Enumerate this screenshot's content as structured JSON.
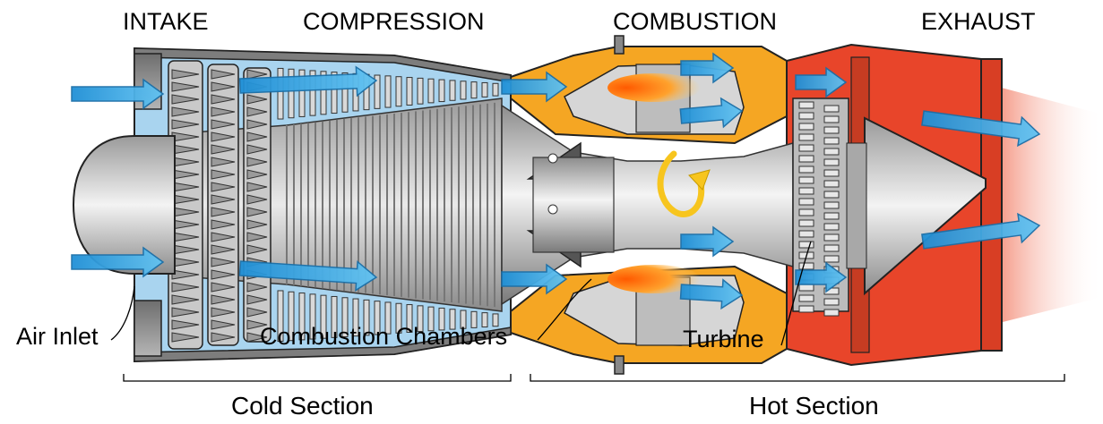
{
  "stages": {
    "intake": "INTAKE",
    "compression": "COMPRESSION",
    "combustion": "COMBUSTION",
    "exhaust": "EXHAUST"
  },
  "parts": {
    "air_inlet": "Air Inlet",
    "combustion_chambers": "Combustion Chambers",
    "turbine": "Turbine"
  },
  "sections": {
    "cold": "Cold Section",
    "hot": "Hot Section"
  },
  "colors": {
    "casing": "#8a8a8a",
    "cold_air": "#a9d4ef",
    "airflow_arrow": "#3aa6e0",
    "combustion_casing": "#f5a623",
    "hot_section": "#e8452a",
    "flame": "#ff7a1a",
    "rotation_arrow": "#f7c51e"
  }
}
